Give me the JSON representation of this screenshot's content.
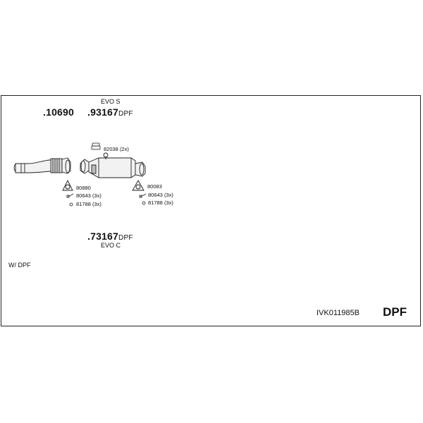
{
  "labels": {
    "evo_s": "EVO S",
    "part_10690": ".10690",
    "part_93167": ".93167",
    "part_93167_suffix": "DPF",
    "part_82038": "82038 (2x)",
    "part_80880": "80880",
    "part_80643_left": "80643 (3x)",
    "part_81788_left": "81788 (3x)",
    "part_80083": "80083",
    "part_80643_right": "80643 (3x)",
    "part_81788_right": "81788 (3x)",
    "part_73167": ".73167",
    "part_73167_suffix": "DPF",
    "evo_c": "EVO C",
    "note": "W/ DPF",
    "kit_code": "IVK011985B",
    "category": "DPF"
  },
  "colors": {
    "line": "#222222",
    "part_fill": "#f2f2f2",
    "part_shade": "#bdbdbd"
  },
  "icons": [
    "exhaust-pipe-icon",
    "dpf-filter-icon",
    "gasket-icon",
    "bolt-icon",
    "washer-icon",
    "clamp-icon"
  ]
}
